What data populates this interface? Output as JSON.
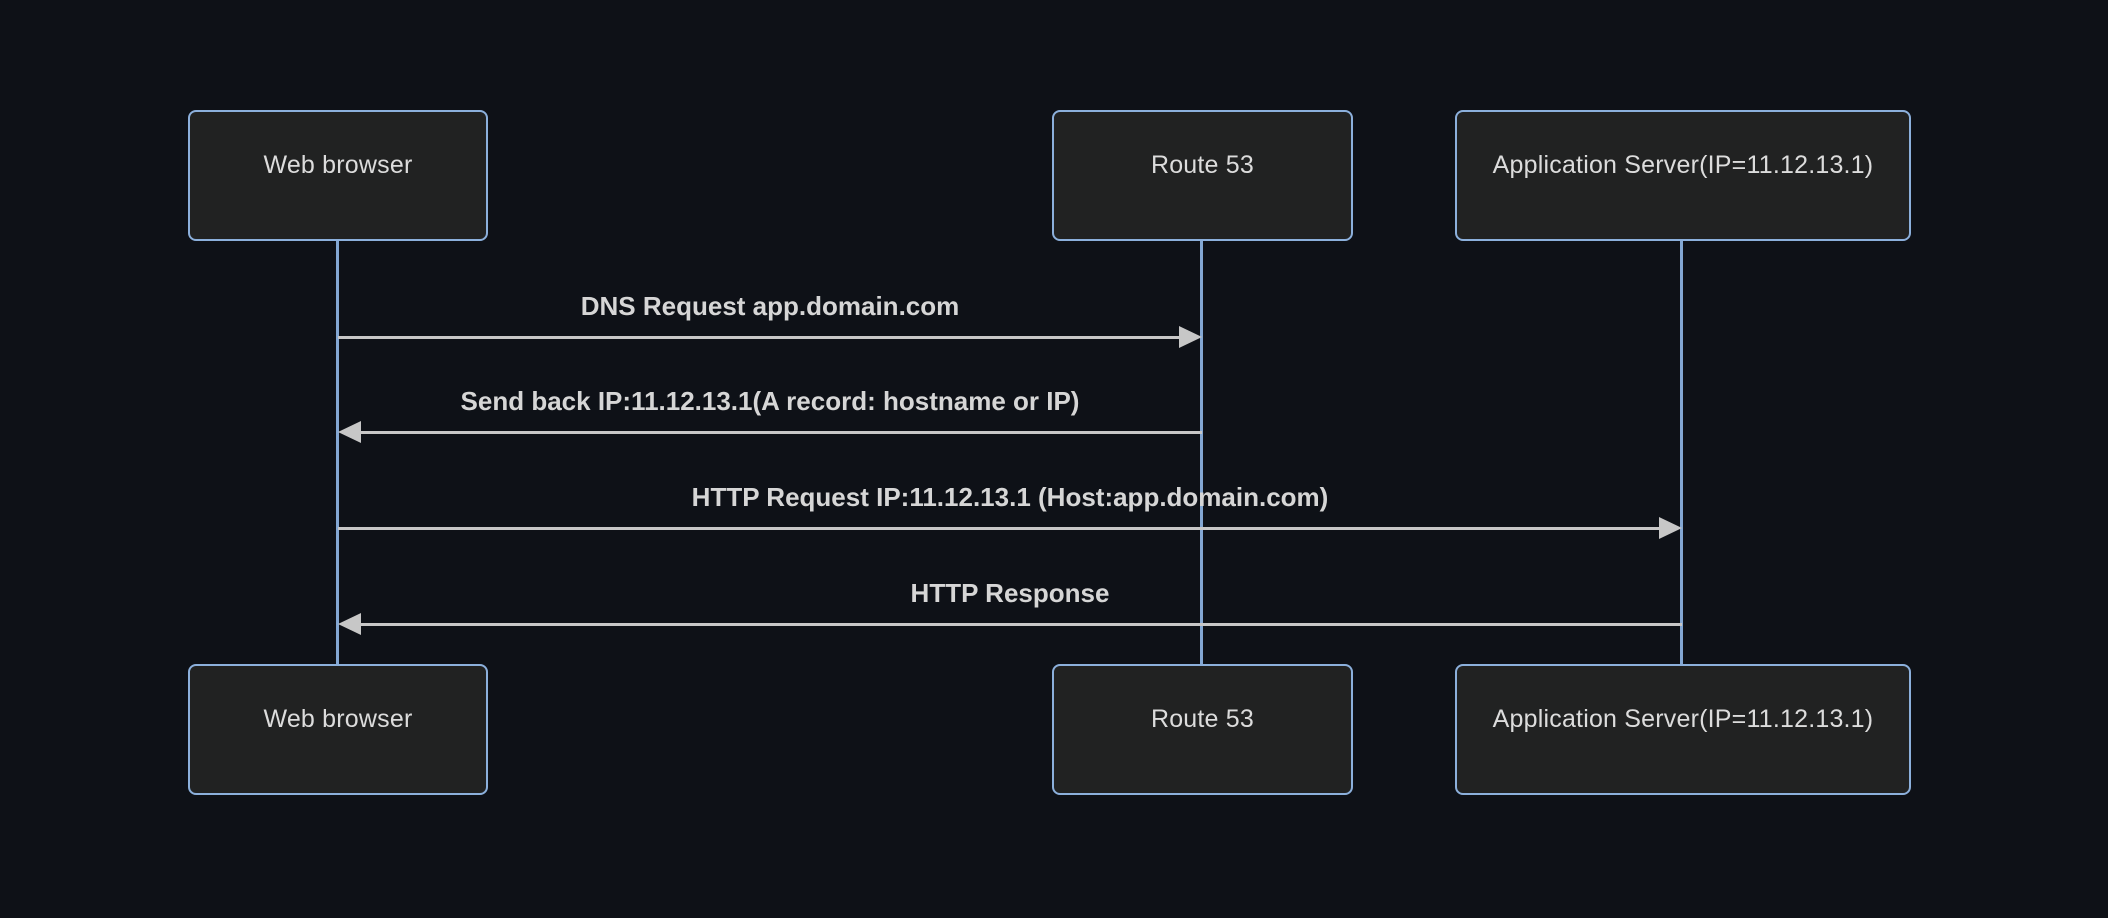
{
  "diagram": {
    "type": "sequence-diagram",
    "actors": [
      {
        "id": "web-browser",
        "label": "Web browser"
      },
      {
        "id": "route53",
        "label": "Route 53"
      },
      {
        "id": "app-server",
        "label": "Application Server(IP=11.12.13.1)"
      }
    ],
    "messages": [
      {
        "from": "web-browser",
        "to": "route53",
        "direction": "right",
        "label": "DNS Request app.domain.com"
      },
      {
        "from": "route53",
        "to": "web-browser",
        "direction": "left",
        "label": "Send back IP:11.12.13.1(A record: hostname or IP)"
      },
      {
        "from": "web-browser",
        "to": "app-server",
        "direction": "right",
        "label": "HTTP Request IP:11.12.13.1 (Host:app.domain.com)"
      },
      {
        "from": "app-server",
        "to": "web-browser",
        "direction": "left",
        "label": "HTTP Response"
      }
    ],
    "colors": {
      "background": "#0e1117",
      "actor_fill": "#212222",
      "actor_border": "#8cb0dc",
      "actor_text": "#dcdcdc",
      "lifeline": "#83a7d3",
      "signal": "#c7c7c7",
      "message_text": "#d6d6d6"
    }
  }
}
